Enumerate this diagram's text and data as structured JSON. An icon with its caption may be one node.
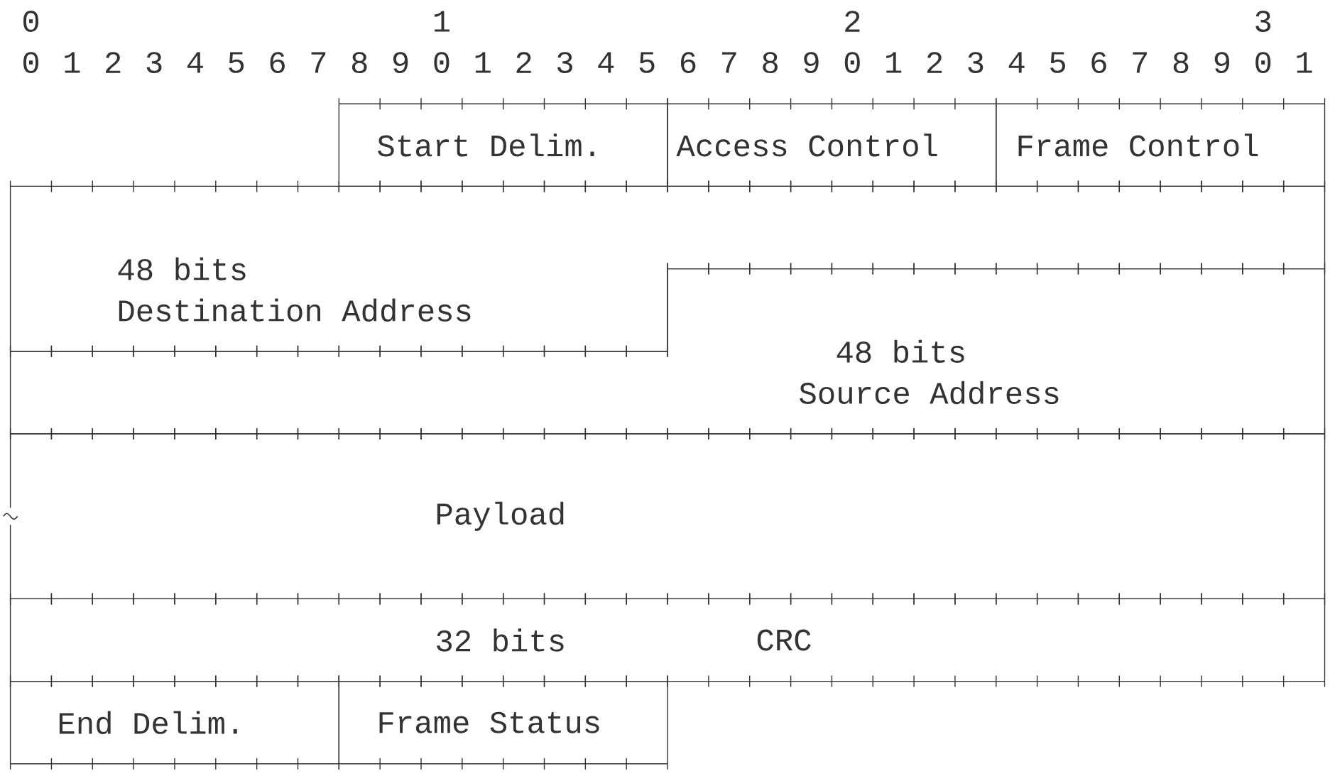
{
  "diagram": {
    "nodes": [
      {
        "text": [
          "Start Delim."
        ]
      },
      {
        "text": [
          "Access Control"
        ]
      },
      {
        "text": [
          "Frame Control"
        ]
      },
      {
        "text": [
          "48 bits",
          "Destination Address"
        ]
      },
      {
        "text": [
          "48 bits",
          "Source Address"
        ]
      },
      {
        "text": [
          "Payload"
        ]
      },
      {
        "text": [
          "32 bits",
          "CRC"
        ]
      },
      {
        "text": [
          "End Delim."
        ]
      },
      {
        "text": [
          "Frame Status"
        ]
      }
    ],
    "labels": [
      "0",
      "1",
      "2",
      "3",
      "0",
      "1",
      "2",
      "3",
      "4",
      "5",
      "6",
      "7",
      "8",
      "9",
      "0",
      "1",
      "2",
      "3",
      "4",
      "5",
      "6",
      "7",
      "8",
      "9",
      "0",
      "1",
      "2",
      "3",
      "4",
      "5",
      "6",
      "7",
      "8",
      "9",
      "0",
      "1"
    ]
  }
}
